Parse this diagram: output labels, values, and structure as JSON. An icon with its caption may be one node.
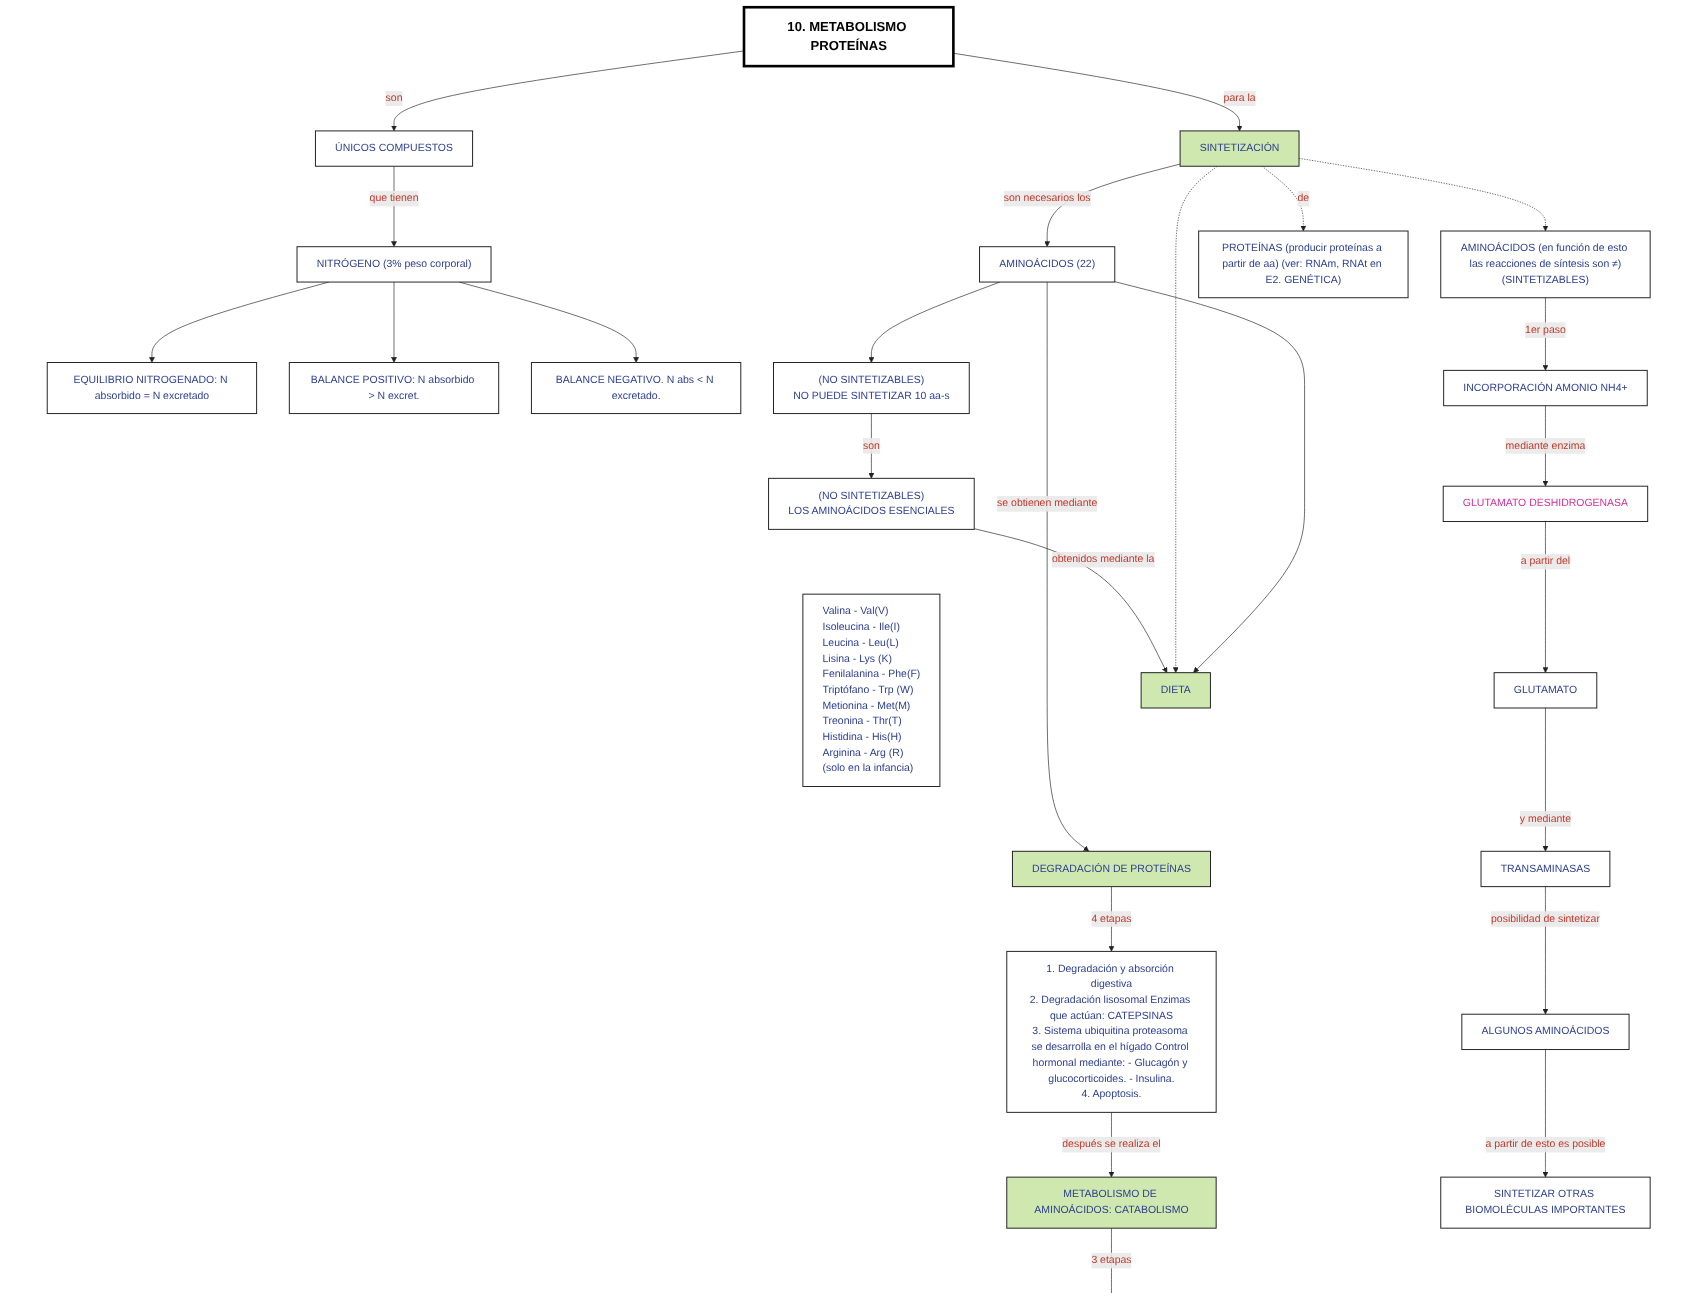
{
  "diagram": {
    "nodes": [
      {
        "text": [
          "10. METABOLISMO PROTEÍNAS"
        ]
      },
      {
        "text": [
          "ÚNICOS COMPUESTOS"
        ]
      },
      {
        "text": [
          "NITRÓGENO (3% peso corporal)"
        ]
      },
      {
        "text": [
          "EQUILIBRIO NITROGENADO: N absorbido = N excretado"
        ]
      },
      {
        "text": [
          "BALANCE POSITIVO: N absorbido > N excret."
        ]
      },
      {
        "text": [
          "BALANCE NEGATIVO. N abs < N excretado."
        ]
      },
      {
        "text": [
          "SINTETIZACIÓN"
        ]
      },
      {
        "text": [
          "AMINOÁCIDOS (22)"
        ]
      },
      {
        "text": [
          "(NO SINTETIZABLES)",
          "NO PUEDE SINTETIZAR 10 aa-s"
        ]
      },
      {
        "text": [
          "(NO SINTETIZABLES)",
          "LOS AMINOÁCIDOS ESENCIALES"
        ]
      },
      {
        "text": [
          "Valina - Val(V)",
          "Isoleucina - Ile(I)",
          "Leucina - Leu(L)",
          "Lisina - Lys (K)",
          "Fenilalanina - Phe(F)",
          "Triptófano - Trp (W)",
          "Metionina - Met(M)",
          "Treonina - Thr(T)",
          "Histidina - His(H)",
          "Arginina - Arg (R)",
          "(solo en la infancia)"
        ]
      },
      {
        "text": [
          "DIETA"
        ]
      },
      {
        "text": [
          "DEGRADACIÓN DE PROTEÍNAS"
        ]
      },
      {
        "text": [
          "AMINOÁCIDOS (en función de esto las reacciones de síntesis son ≠)",
          "(SINTETIZABLES)"
        ]
      },
      {
        "text": [
          "PROTEÍNAS (producir proteínas a partir de aa) (ver: RNAm, RNAt en E2. GENÉTICA)"
        ]
      },
      {
        "text": [
          "1. Degradación y absorción digestiva",
          "2. Degradación lisosomal Enzimas que actúan: CATEPSINAS",
          "3. Sistema ubiquitina proteasoma se desarrolla en el hígado Control hormonal mediante: - Glucagón y glucocorticoides. - Insulina.",
          "4. Apoptosis."
        ]
      },
      {
        "text": [
          "METABOLISMO DE AMINOÁCIDOS: CATABOLISMO"
        ]
      },
      {
        "text": [
          "INCORPORACIÓN AMONIO NH4+"
        ]
      },
      {
        "text": [
          "GLUTAMATO DESHIDROGENASA"
        ]
      },
      {
        "text": [
          "GLUTAMATO"
        ]
      },
      {
        "text": [
          "TRANSAMINASAS"
        ]
      },
      {
        "text": [
          "ALGUNOS AMINOÁCIDOS"
        ]
      },
      {
        "text": [
          "SINTETIZAR OTRAS BIOMOLÉCULAS IMPORTANTES"
        ]
      }
    ],
    "edges": [
      {
        "from": 0,
        "to": 1,
        "arrow": "to",
        "label": "son"
      },
      {
        "from": 1,
        "to": 2,
        "arrow": "to",
        "label": "que tienen"
      },
      {
        "from": 2,
        "to": 3,
        "arrow": "to"
      },
      {
        "from": 2,
        "to": 4,
        "arrow": "to"
      },
      {
        "from": 2,
        "to": 5,
        "arrow": "to"
      },
      {
        "from": 0,
        "to": 6,
        "arrow": "to",
        "label": "para la"
      },
      {
        "from": 6,
        "to": 7,
        "arrow": "to",
        "label": "son necesarios los"
      },
      {
        "from": 7,
        "to": 8,
        "arrow": "to"
      },
      {
        "from": 8,
        "to": 9,
        "arrow": "to",
        "label": "son"
      },
      {
        "from": 9,
        "to": 11,
        "arrow": "to",
        "label": "obtenidos mediante la"
      },
      {
        "from": 6,
        "to": 11,
        "arrow": "to",
        "style": "dashed"
      },
      {
        "from": 7,
        "to": 11,
        "arrow": "to"
      },
      {
        "from": 7,
        "to": 12,
        "arrow": "to",
        "label": "se obtienen mediante"
      },
      {
        "from": 6,
        "to": 13,
        "arrow": "to",
        "style": "dashed"
      },
      {
        "from": 6,
        "to": 14,
        "arrow": "to",
        "style": "dashed",
        "label": "de"
      },
      {
        "from": 13,
        "to": 17,
        "arrow": "to",
        "label": "1er paso"
      },
      {
        "from": 17,
        "to": 18,
        "arrow": "to",
        "label": "mediante enzima"
      },
      {
        "from": 18,
        "to": 19,
        "arrow": "to",
        "label": "a partir del"
      },
      {
        "from": 19,
        "to": 20,
        "arrow": "to",
        "label": "y mediante"
      },
      {
        "from": 20,
        "to": 21,
        "arrow": "to",
        "label": "posibilidad de sintetizar"
      },
      {
        "from": 21,
        "to": 22,
        "arrow": "to",
        "label": "a partir de esto es posible"
      },
      {
        "from": 12,
        "to": 15,
        "arrow": "to",
        "label": "4 etapas"
      },
      {
        "from": 15,
        "to": 16,
        "arrow": "to",
        "label": "después se realiza el"
      },
      {
        "from": 16,
        "to": null,
        "arrow": "none",
        "label": "3 etapas"
      }
    ]
  }
}
